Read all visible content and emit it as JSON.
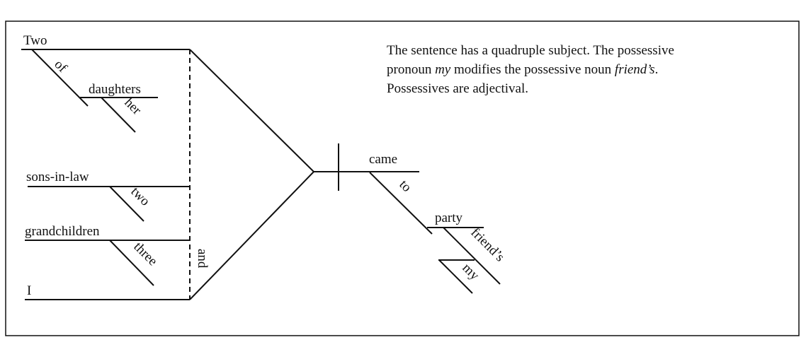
{
  "note": {
    "line1": "The sentence has a quadruple subject. The possessive",
    "line2_pre": "pronoun ",
    "line2_em": "my",
    "line2_mid": " modifies the possessive noun ",
    "line2_em2": "friend’s",
    "line2_post": ".",
    "line3": "Possessives are adjectival."
  },
  "words": {
    "two_cap": "Two",
    "of": "of",
    "daughters": "daughters",
    "her": "her",
    "sons_in_law": "sons-in-law",
    "two": "two",
    "grandchildren": "grandchildren",
    "three": "three",
    "i": "I",
    "and": "and",
    "came": "came",
    "to": "to",
    "party": "party",
    "friends": "friend’s",
    "my": "my"
  }
}
